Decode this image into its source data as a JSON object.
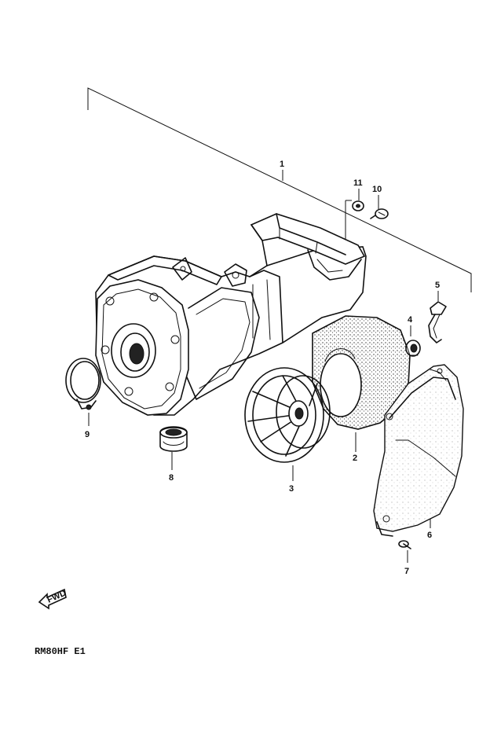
{
  "diagram": {
    "model_code": "RM80HF E1",
    "fwd_label": "FWD",
    "callouts": [
      "1",
      "2",
      "3",
      "4",
      "5",
      "6",
      "7",
      "8",
      "9",
      "10",
      "11"
    ]
  }
}
